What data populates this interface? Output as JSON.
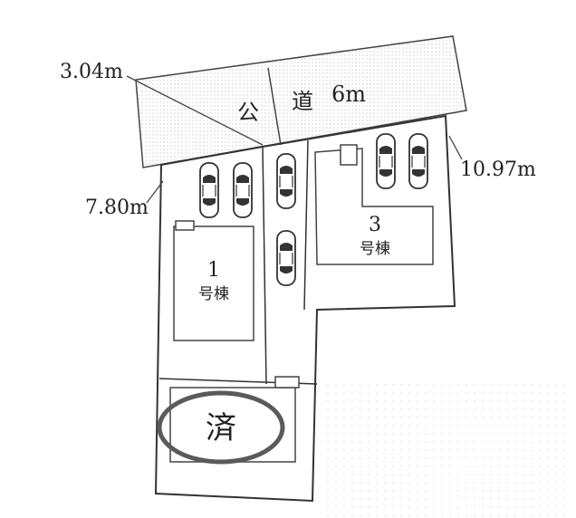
{
  "road": {
    "label_public": "公",
    "label_road": "道",
    "label_width": "6m"
  },
  "dimensions": {
    "frontage_left": "3.04m",
    "side_left": "7.80m",
    "side_right": "10.97m"
  },
  "buildings": [
    {
      "number": "1",
      "suffix": "号棟"
    },
    {
      "number": "3",
      "suffix": "号棟"
    }
  ],
  "sold_stamp": {
    "label": "済",
    "color": "#5a5a5a"
  }
}
